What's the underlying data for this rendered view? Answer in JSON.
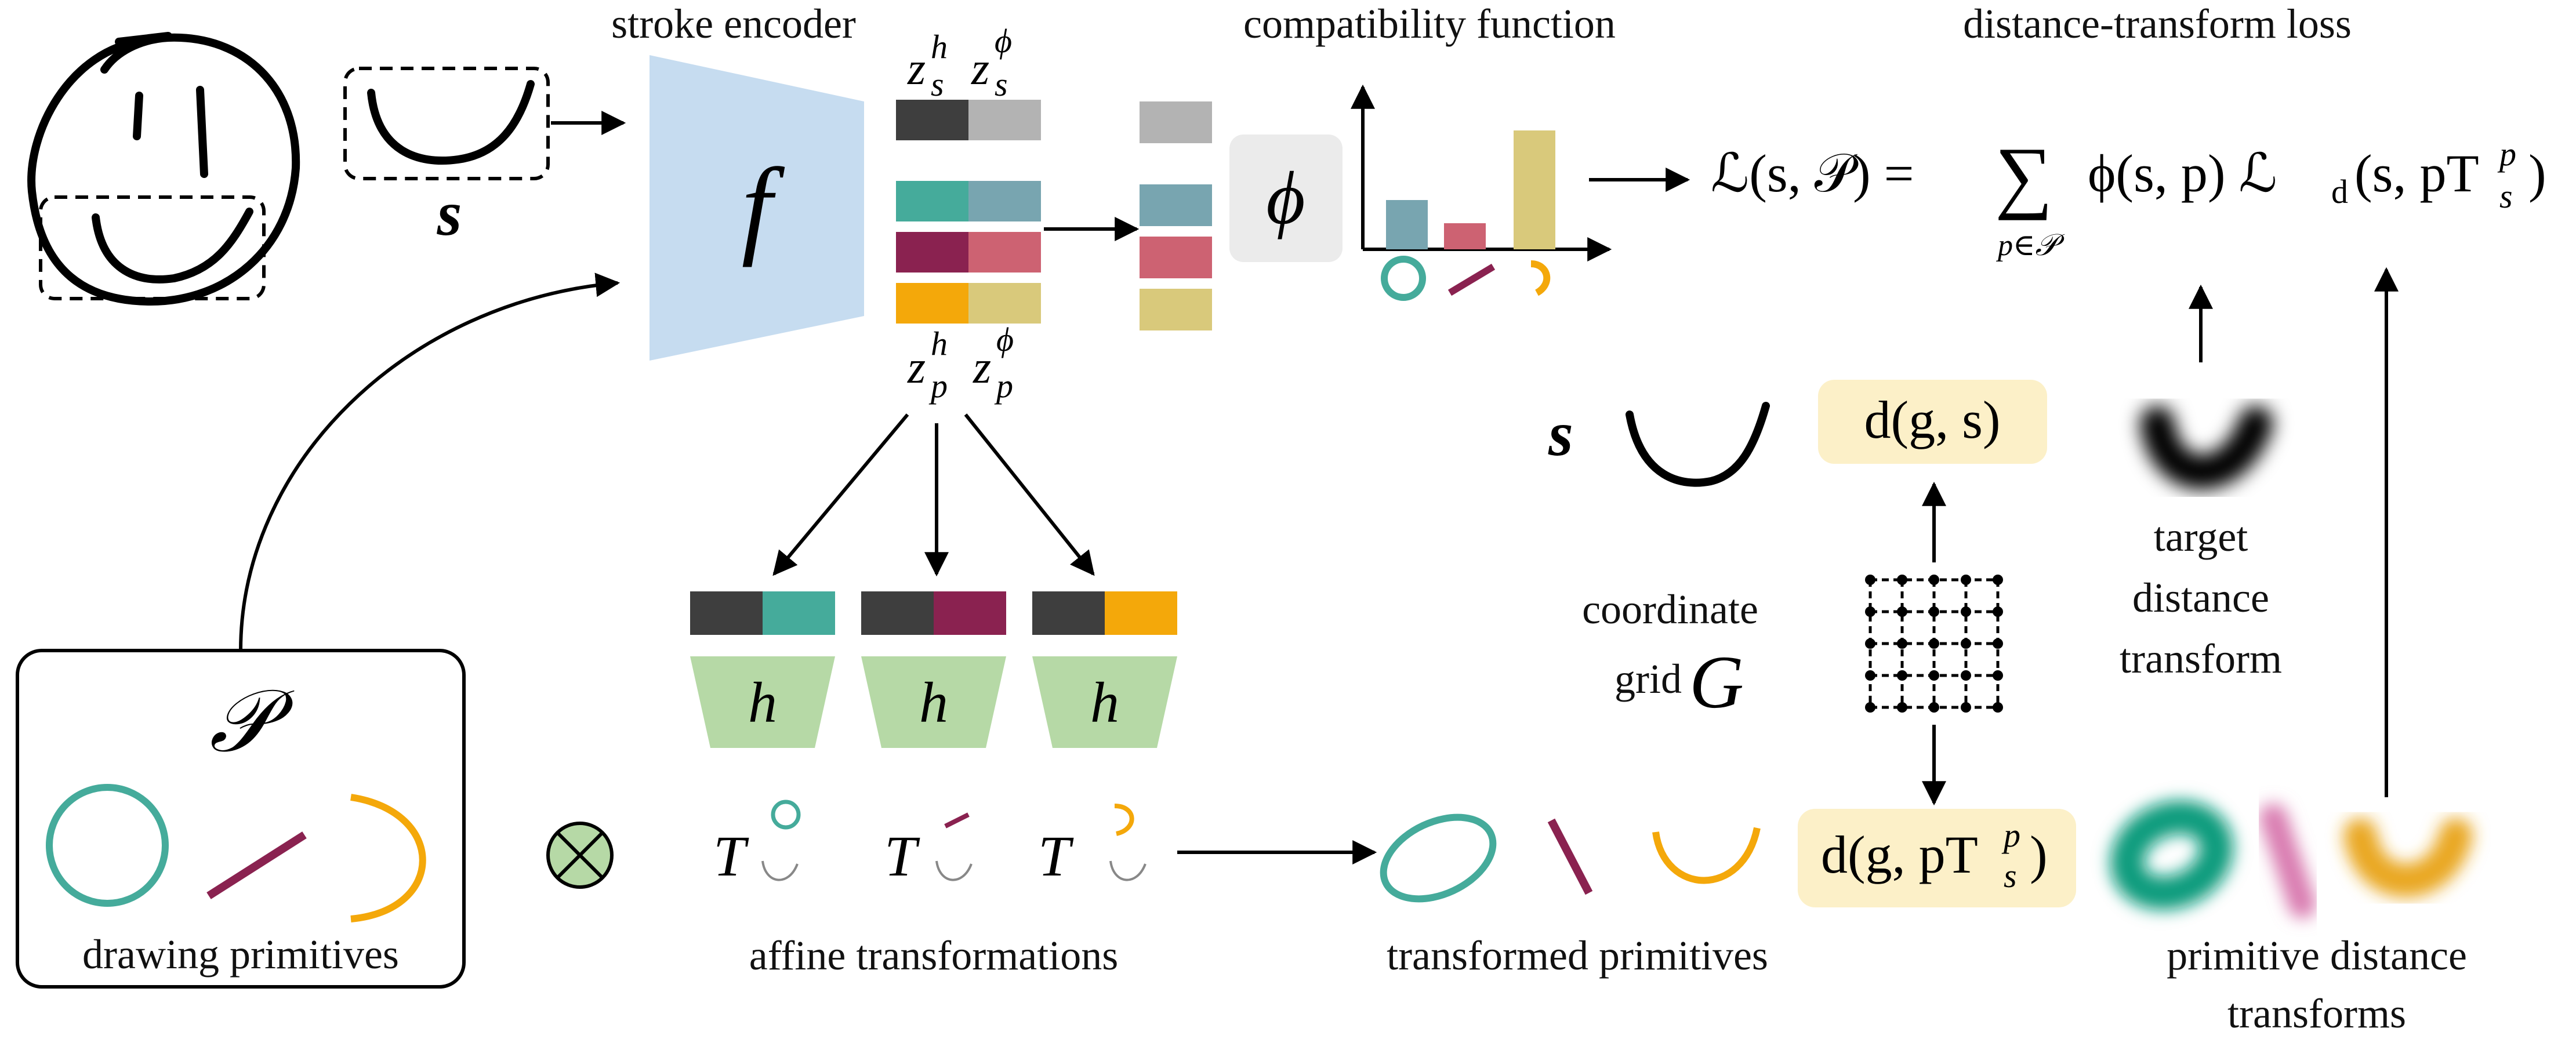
{
  "labels": {
    "stroke_encoder": "stroke encoder",
    "compatibility_function": "compatibility function",
    "distance_transform_loss": "distance-transform loss",
    "drawing_primitives": "drawing primitives",
    "affine_transformations": "affine transformations",
    "transformed_primitives": "transformed primitives",
    "primitive_distance_transforms_1": "primitive distance",
    "primitive_distance_transforms_2": "transforms",
    "target_1": "target",
    "target_2": "distance",
    "target_3": "transform",
    "coordinate": "coordinate",
    "grid": "grid"
  },
  "symbols": {
    "s": "s",
    "f": "f",
    "phi": "ϕ",
    "h": "h",
    "P": "𝒫",
    "T": "T",
    "G": "G",
    "otimes": "⊗",
    "z_s_h": "z",
    "z_s_h_sup": "h",
    "z_s_h_sub": "s",
    "z_s_phi": "z",
    "z_s_phi_sup": "ϕ",
    "z_s_phi_sub": "s",
    "z_p_h": "z",
    "z_p_h_sup": "h",
    "z_p_h_sub": "p",
    "z_p_phi": "z",
    "z_p_phi_sup": "ϕ",
    "z_p_phi_sub": "p",
    "d_gs": "d(g, s)",
    "d_gpT_main": "d(g, pT",
    "d_gpT_sup": "p",
    "d_gpT_sub": "s",
    "d_gpT_close": ")",
    "loss_lhs": "ℒ(s, 𝒫) =",
    "loss_sum": "∑",
    "loss_sum_sub": "p∈𝒫",
    "loss_rhs_1": "ϕ(s, p)  ℒ",
    "loss_rhs_d": "d",
    "loss_rhs_2": "(s, pT",
    "loss_rhs_sup": "p",
    "loss_rhs_sub": "s",
    "loss_rhs_close": ")"
  },
  "colors": {
    "teal": "#45ab9b",
    "maroon": "#8a2250",
    "orange": "#f4a80a",
    "dark": "#3e3e3e",
    "gray": "#b3b3b3",
    "steel": "#78a5b0",
    "rose": "#cd6272",
    "khaki": "#d9c97b",
    "encoder_blue": "#c6dcf0",
    "decoder_green": "#b6d9a6",
    "highlight": "#fcf0c8"
  },
  "chart_data": {
    "type": "bar",
    "categories": [
      "circle",
      "line",
      "arc"
    ],
    "values": [
      0.3,
      0.15,
      0.8
    ],
    "ylim": [
      0,
      1
    ]
  }
}
